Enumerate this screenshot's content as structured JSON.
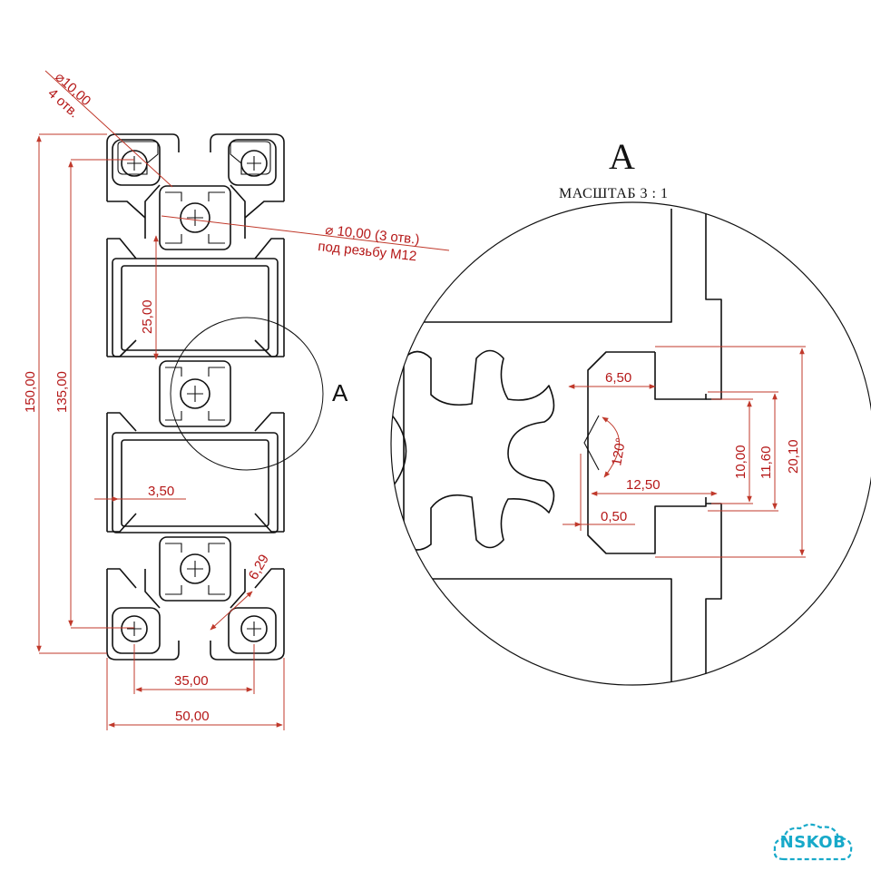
{
  "detail": {
    "letter": "A",
    "scale_label": "МАСШТАБ 3 : 1",
    "callout_letter": "A"
  },
  "dimensions": {
    "total_height": "150,00",
    "inner_height": "135,00",
    "slot_depth": "25,00",
    "wall": "3,50",
    "slot_pitch": "35,00",
    "width": "50,00",
    "chamfer": "6,29",
    "corner_hole_1": "⌀10,00",
    "corner_hole_2": "4 отв.",
    "center_hole_1": "⌀ 10,00 (3 отв.)",
    "center_hole_2": "под резьбу М12"
  },
  "detail_dimensions": {
    "d_6_50": "6,50",
    "d_12_50": "12,50",
    "d_0_50": "0,50",
    "angle": "120°",
    "d_10_00": "10,00",
    "d_11_60": "11,60",
    "d_20_10": "20,10"
  },
  "logo": {
    "text": "NSKOB",
    "color": "#17a9c9"
  },
  "colors": {
    "dimension": "#c0392b",
    "outline": "#111111"
  }
}
